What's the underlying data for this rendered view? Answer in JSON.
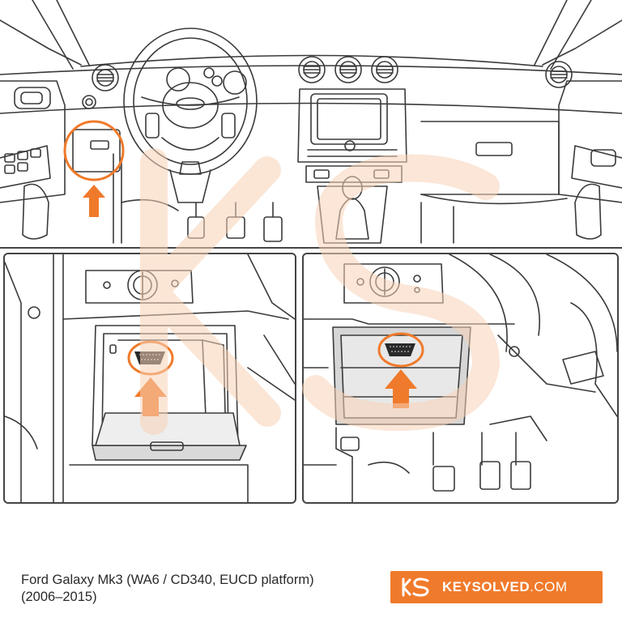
{
  "caption": {
    "line1": "Ford Galaxy Mk3 (WA6 / CD340, EUCD platform)",
    "line2": "(2006–2015)"
  },
  "brand": {
    "name": "KEYSOLVED",
    "tld": ".COM",
    "logo_icon": "ks-logo-icon",
    "watermark_icon": "ks-watermark-icon"
  },
  "colors": {
    "accent": "#f07a2b",
    "line": "#3a3a3a",
    "watermark": "#f8d2b6"
  },
  "icons": {
    "arrow": "up-arrow-icon",
    "port": "obd-port-icon",
    "highlight": "circle-highlight-icon"
  }
}
